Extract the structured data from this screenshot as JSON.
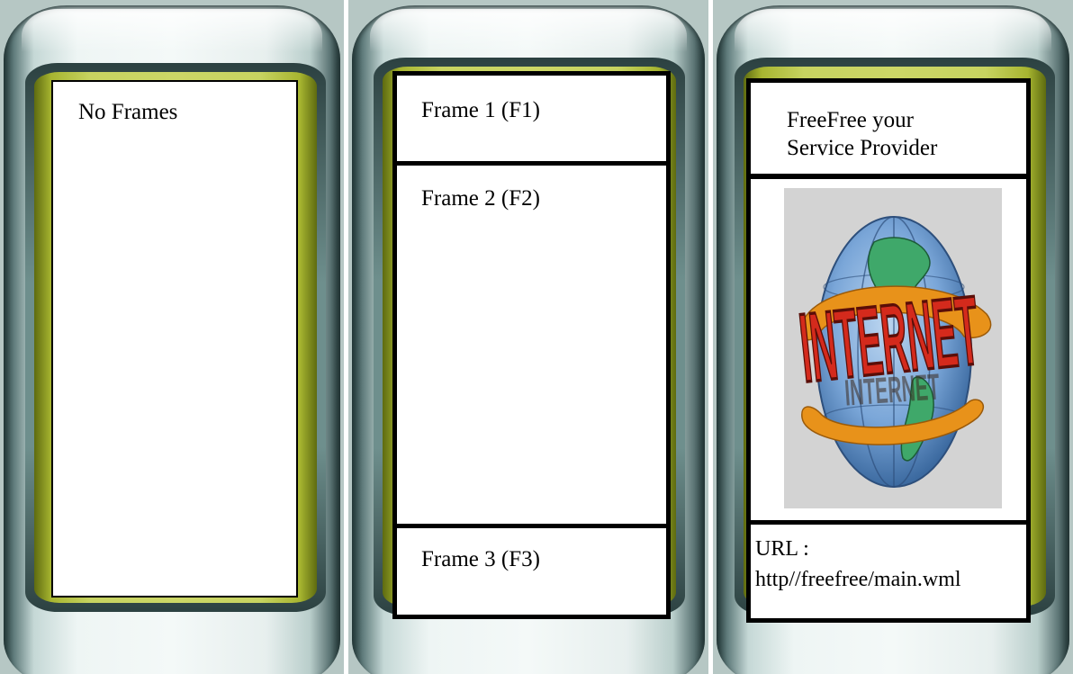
{
  "devices": [
    {
      "panel_text": "No Frames"
    },
    {
      "frames": [
        {
          "label": "Frame 1 (F1)"
        },
        {
          "label": "Frame 2 (F2)"
        },
        {
          "label": "Frame 3 (F3)"
        }
      ]
    },
    {
      "header_line1": "FreeFree your",
      "header_line2": "Service Provider",
      "logo_text": "INTERNET",
      "url_label": "URL :",
      "url_value": "http//freefree/main.wml"
    }
  ],
  "colors": {
    "screen_green": "#ccd766",
    "casing": "#eef5f4",
    "frame_border": "#000000",
    "logo_red": "#d42a1c",
    "logo_orange": "#e8921a",
    "globe_blue": "#7aa6d8",
    "land_green": "#3fa86a"
  },
  "icons": {
    "logo": "internet-globe-logo"
  }
}
